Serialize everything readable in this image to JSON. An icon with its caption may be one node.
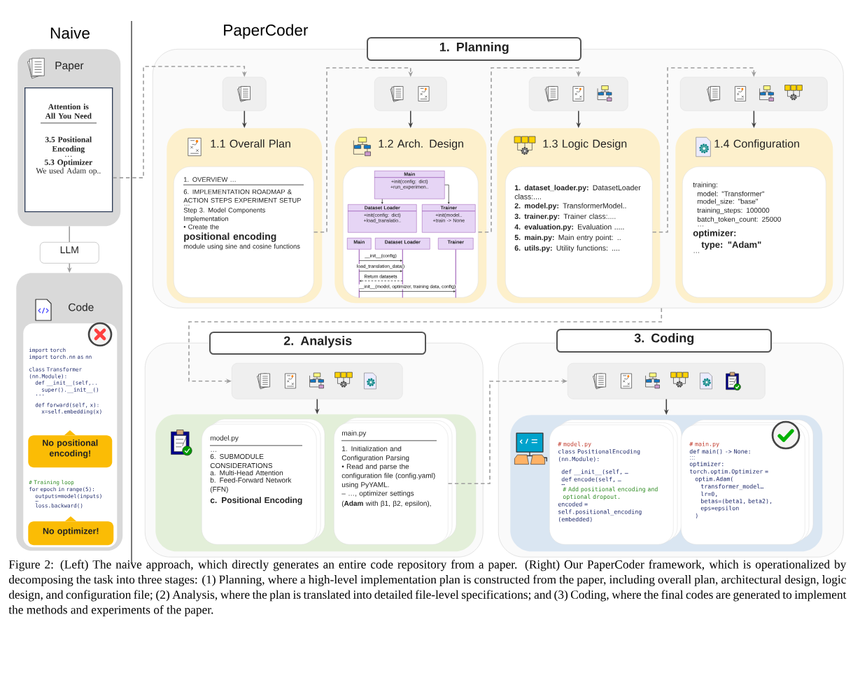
{
  "diagram": {
    "caption": "Figure 2: (Left) The naive approach, which directly generates an entire code repository from a paper. (Right) Our PaperCoder framework, which is operationalized by decomposing the task into three stages: (1) Planning, where a high-level implementation plan is constructed from the paper, including overall plan, architectural design, logic design, and configuration file; (2) Analysis, where the plan is translated into detailed file-level specifications; and (3) Coding, where the final codes are generated to implement the methods and experiments of the paper.",
    "nodes": [
      {
        "text": [
          "Paper"
        ]
      },
      {
        "text": [
          "Attention is All You Need",
          "3.5 Positional Encoding",
          "…",
          "5.3 Optimizer",
          "We used Adam op.."
        ],
        "in": 0
      },
      {
        "text": [
          "LLM"
        ]
      },
      {
        "text": [
          "Code"
        ]
      },
      {
        "text": [
          "import torch",
          "import torch.nn as nn",
          "class Transformer (nn.Module):",
          "def __init__(self,..",
          "super().__init__()",
          "...",
          "def forward(self, x):",
          "x=self.embedding(x)",
          "# Training loop",
          "for epoch in range(5):",
          "outputs=model(inputs)",
          "…",
          "loss.backward()"
        ],
        "in": 3
      },
      {
        "text": [
          "No positional encoding!"
        ],
        "in": 4
      },
      {
        "text": [
          "No optimizer!"
        ],
        "in": 4
      },
      {
        "text": [
          "1. Planning"
        ]
      },
      {
        "text": [],
        "shape": "box",
        "in": 7
      },
      {
        "text": [
          "1.1 Overall Plan"
        ],
        "in": 7
      },
      {
        "text": [
          "1. OVERVIEW …",
          "6. IMPLEMENTATION ROADMAP & ACTION STEPS EXPERIMENT SETUP",
          "…",
          "Step 3. Model Components Implementation",
          "• Create the",
          "positional encoding",
          "module using sine and cosine functions"
        ],
        "in": 9
      },
      {
        "text": [],
        "shape": "box",
        "in": 7
      },
      {
        "text": [
          "1.2 Arch. Design"
        ],
        "in": 7
      },
      {
        "text": [],
        "shape": "box",
        "in": 12
      },
      {
        "text": [
          "Main",
          "+init(config: dict)",
          "+run_experimen.."
        ],
        "in": 13
      },
      {
        "text": [
          "Dataset Loader",
          "+init(config: dict)",
          "+load_translatio.."
        ],
        "in": 13
      },
      {
        "text": [
          "Trainer",
          "+init(model..",
          "+train -> None"
        ],
        "in": 13
      },
      {
        "text": [
          "Main"
        ],
        "in": 13
      },
      {
        "text": [
          "Dataset Loader"
        ],
        "in": 13
      },
      {
        "text": [
          "Trainer"
        ],
        "in": 13
      },
      {
        "text": [],
        "shape": "box",
        "in": 7
      },
      {
        "text": [
          "1.3 Logic Design"
        ],
        "in": 7
      },
      {
        "text": [
          "**1. dataset_loader.py:** DatasetLoader class:....",
          "**2. model.py:** TransformerModel..",
          "**3. trainer.py:** Trainer class:....",
          "**4. evaluation.py:** Evaluation .....",
          "**5. main.py:** Main entry point: ..",
          "**6. utils.py:** Utility functions: ...."
        ],
        "in": 21
      },
      {
        "text": [],
        "shape": "box",
        "in": 7
      },
      {
        "text": [
          "1.4 Configuration"
        ],
        "in": 7
      },
      {
        "text": [
          "training:",
          "model: \"Transformer\"",
          "model_size: \"base\"",
          "training_steps: 100000",
          "batch_token_count: 25000",
          "…",
          "optimizer:",
          "type: \"Adam\"",
          "…"
        ],
        "in": 24
      },
      {
        "text": [
          "2. Analysis"
        ]
      },
      {
        "text": [],
        "shape": "box",
        "in": 26
      },
      {
        "text": [],
        "shape": "box",
        "in": 26
      },
      {
        "text": [
          "model.py",
          "…",
          "6. SUBMODULE CONSIDERATIONS",
          "a. Multi-Head Attention",
          "b. Feed-Forward Network (FFN)",
          "c. Positional Encoding"
        ],
        "in": 28
      },
      {
        "text": [
          "main.py",
          "1. Initialization and Configuration Parsing",
          "• Read and parse the configuration file (config.yaml) using PyYAML.",
          "– …, optimizer settings",
          "(**Adam** with β1, β2, epsilon),"
        ],
        "in": 28
      },
      {
        "text": [
          "3. Coding"
        ]
      },
      {
        "text": [],
        "shape": "box",
        "in": 31
      },
      {
        "text": [],
        "shape": "box",
        "in": 31
      },
      {
        "text": [
          "# model.py",
          "class PositionalEncoding (nn.Module):",
          "def __init__(self, …",
          "def encode(self, …",
          "…",
          "# Add positional encoding and optional dropout.",
          "encoded = self.positional_encoding (embedded)"
        ],
        "in": 33
      },
      {
        "text": [
          "# main.py",
          "def main() -> None:",
          "…",
          "…",
          "optimizer:",
          "torch.optim.Optimizer =",
          "optim.Adam(",
          "transformer_model…",
          "lr=0,",
          "betas=(beta1, beta2),",
          "eps=epsilon",
          ")"
        ],
        "in": 33
      }
    ],
    "edges": [
      {
        "from": 1,
        "to": 8,
        "arrow": "to",
        "style": "dashed",
        "color": "#9e9e9e"
      },
      {
        "from": 10,
        "to": 11,
        "arrow": "to",
        "style": "dashed",
        "color": "#9e9e9e"
      },
      {
        "from": 13,
        "to": 20,
        "arrow": "to",
        "style": "dashed",
        "color": "#9e9e9e"
      },
      {
        "from": 22,
        "to": 23,
        "arrow": "to",
        "style": "dashed",
        "color": "#9e9e9e"
      },
      {
        "from": 8,
        "to": 9,
        "arrow": "to"
      },
      {
        "from": 11,
        "to": 12,
        "arrow": "to"
      },
      {
        "from": 20,
        "to": 21,
        "arrow": "to"
      },
      {
        "from": 23,
        "to": 24,
        "arrow": "to"
      },
      {
        "from": 14,
        "to": 15,
        "arrow": "to",
        "color": "#222222"
      },
      {
        "from": 14,
        "to": 16,
        "arrow": "to",
        "color": "#222222"
      },
      {
        "from": 17,
        "to": 18,
        "arrow": "to",
        "label": "__init__(config)",
        "color": "#222222"
      },
      {
        "from": 17,
        "to": 18,
        "arrow": "to",
        "label": "load_translation_data()",
        "color": "#222222"
      },
      {
        "from": 18,
        "to": 17,
        "arrow": "to",
        "label": "Return datasets",
        "style": "dashed",
        "color": "#222222"
      },
      {
        "from": 17,
        "to": 19,
        "arrow": "to",
        "label": "__init__(model, optimizer, training data, config)",
        "color": "#222222"
      },
      {
        "from": 0,
        "to": 2,
        "arrow": "none",
        "color": "#9e9e9e"
      },
      {
        "from": 2,
        "to": 3,
        "arrow": "to",
        "color": "#9e9e9e"
      },
      {
        "from": 7,
        "to": 27,
        "arrow": "to",
        "style": "dashed",
        "color": "#9e9e9e"
      },
      {
        "from": 27,
        "to": 28,
        "arrow": "to"
      },
      {
        "from": 30,
        "to": 32,
        "arrow": "to",
        "style": "dashed",
        "color": "#9e9e9e"
      },
      {
        "from": 32,
        "to": 33,
        "arrow": "to"
      }
    ],
    "labels": [
      "Naive",
      "PaperCoder"
    ]
  }
}
